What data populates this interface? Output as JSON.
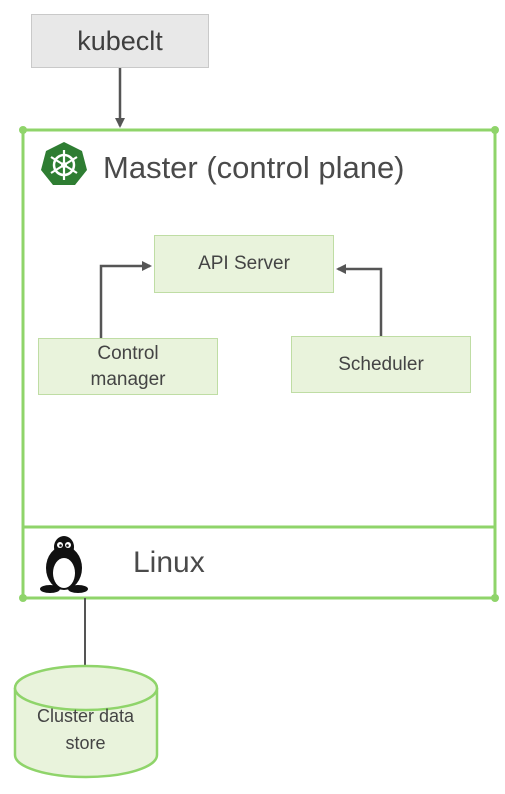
{
  "client": {
    "label": "kubeclt"
  },
  "master": {
    "title": "Master (control plane)"
  },
  "components": {
    "api_server": "API Server",
    "control_manager": "Control\nmanager",
    "scheduler": "Scheduler"
  },
  "os": {
    "label": "Linux"
  },
  "storage": {
    "label": "Cluster data\nstore"
  },
  "colors": {
    "frame_green": "#8fd46a",
    "node_fill": "#e9f3dc",
    "kubernetes_badge": "#2e7d32",
    "client_fill": "#e8e8e8",
    "arrow": "#555555"
  },
  "icons": [
    "kubernetes-icon",
    "tux-penguin-icon"
  ]
}
